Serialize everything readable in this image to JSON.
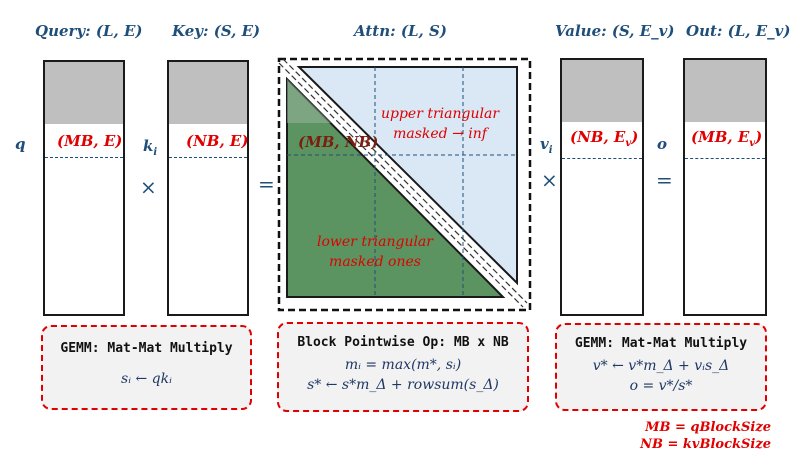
{
  "headers": {
    "query": "Query: (L, E)",
    "key": "Key: (S, E)",
    "attn": "Attn: (L, S)",
    "value": "Value: (S, E_v)",
    "out": "Out: (L, E_v)"
  },
  "row_labels": {
    "q": "q",
    "k": "k",
    "k_sub": "i",
    "v": "v",
    "v_sub": "i",
    "o": "o"
  },
  "block_labels": {
    "query": "(MB, E)",
    "key": "(NB, E)",
    "attn": "(MB, NB)",
    "value": "(NB, E",
    "value_sub": "v",
    "out": "(MB, E",
    "out_sub": "v"
  },
  "operators": {
    "times1": "×",
    "equals1": "=",
    "times2": "×",
    "equals2": "="
  },
  "attn_annotations": {
    "upper_line1": "upper triangular",
    "upper_line2": "masked → inf",
    "lower_line1": "lower triangular",
    "lower_line2": "masked ones"
  },
  "boxes": {
    "gemm1_title": "GEMM: Mat-Mat Multiply",
    "gemm1_formula": "sᵢ ← qkᵢ",
    "pointwise_title": "Block Pointwise Op: MB x NB",
    "pointwise_formula1": "mᵢ = max(m*, sᵢ)",
    "pointwise_formula2": "s* ← s*m_Δ + rowsum(s_Δ)",
    "gemm2_title": "GEMM: Mat-Mat Multiply",
    "gemm2_formula1": "v* ← v*m_Δ + vᵢs_Δ",
    "gemm2_formula2": "o = v*/s*"
  },
  "legend": {
    "mb": "MB = qBlockSize",
    "nb": "NB = kvBlockSize"
  },
  "colors": {
    "navy": "#1f4e79",
    "red": "#e00000",
    "gray_block": "#bfbfbf",
    "light_blue": "#dae8f5",
    "green": "#5b9460"
  }
}
